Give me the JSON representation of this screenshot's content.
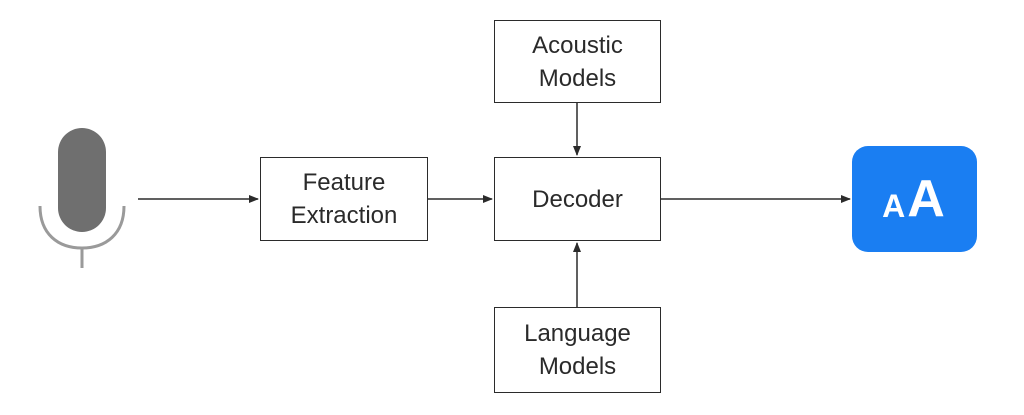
{
  "diagram": {
    "nodes": {
      "feature_extraction": {
        "label": "Feature\nExtraction"
      },
      "decoder": {
        "label": "Decoder"
      },
      "acoustic_models": {
        "label": "Acoustic\nModels"
      },
      "language_models": {
        "label": "Language\nModels"
      }
    },
    "input_icon": "microphone-icon",
    "output_icon": {
      "name": "text-aa-icon",
      "small_glyph": "A",
      "large_glyph": "A"
    },
    "colors": {
      "stroke": "#2b2b2b",
      "text": "#2a2a2a",
      "microphone": "#6f6f6f",
      "microphone_stand": "#9a9a9a",
      "output_icon_bg": "#1a7ef2"
    }
  }
}
